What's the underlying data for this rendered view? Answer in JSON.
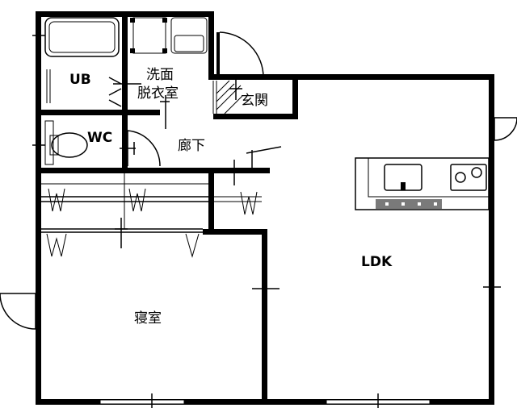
{
  "rooms": {
    "ub": "UB",
    "washroom_line1": "洗面",
    "washroom_line2": "脱衣室",
    "entrance": "玄関",
    "wc": "WC",
    "hallway": "廊下",
    "ldk": "LDK",
    "bedroom": "寝室"
  }
}
